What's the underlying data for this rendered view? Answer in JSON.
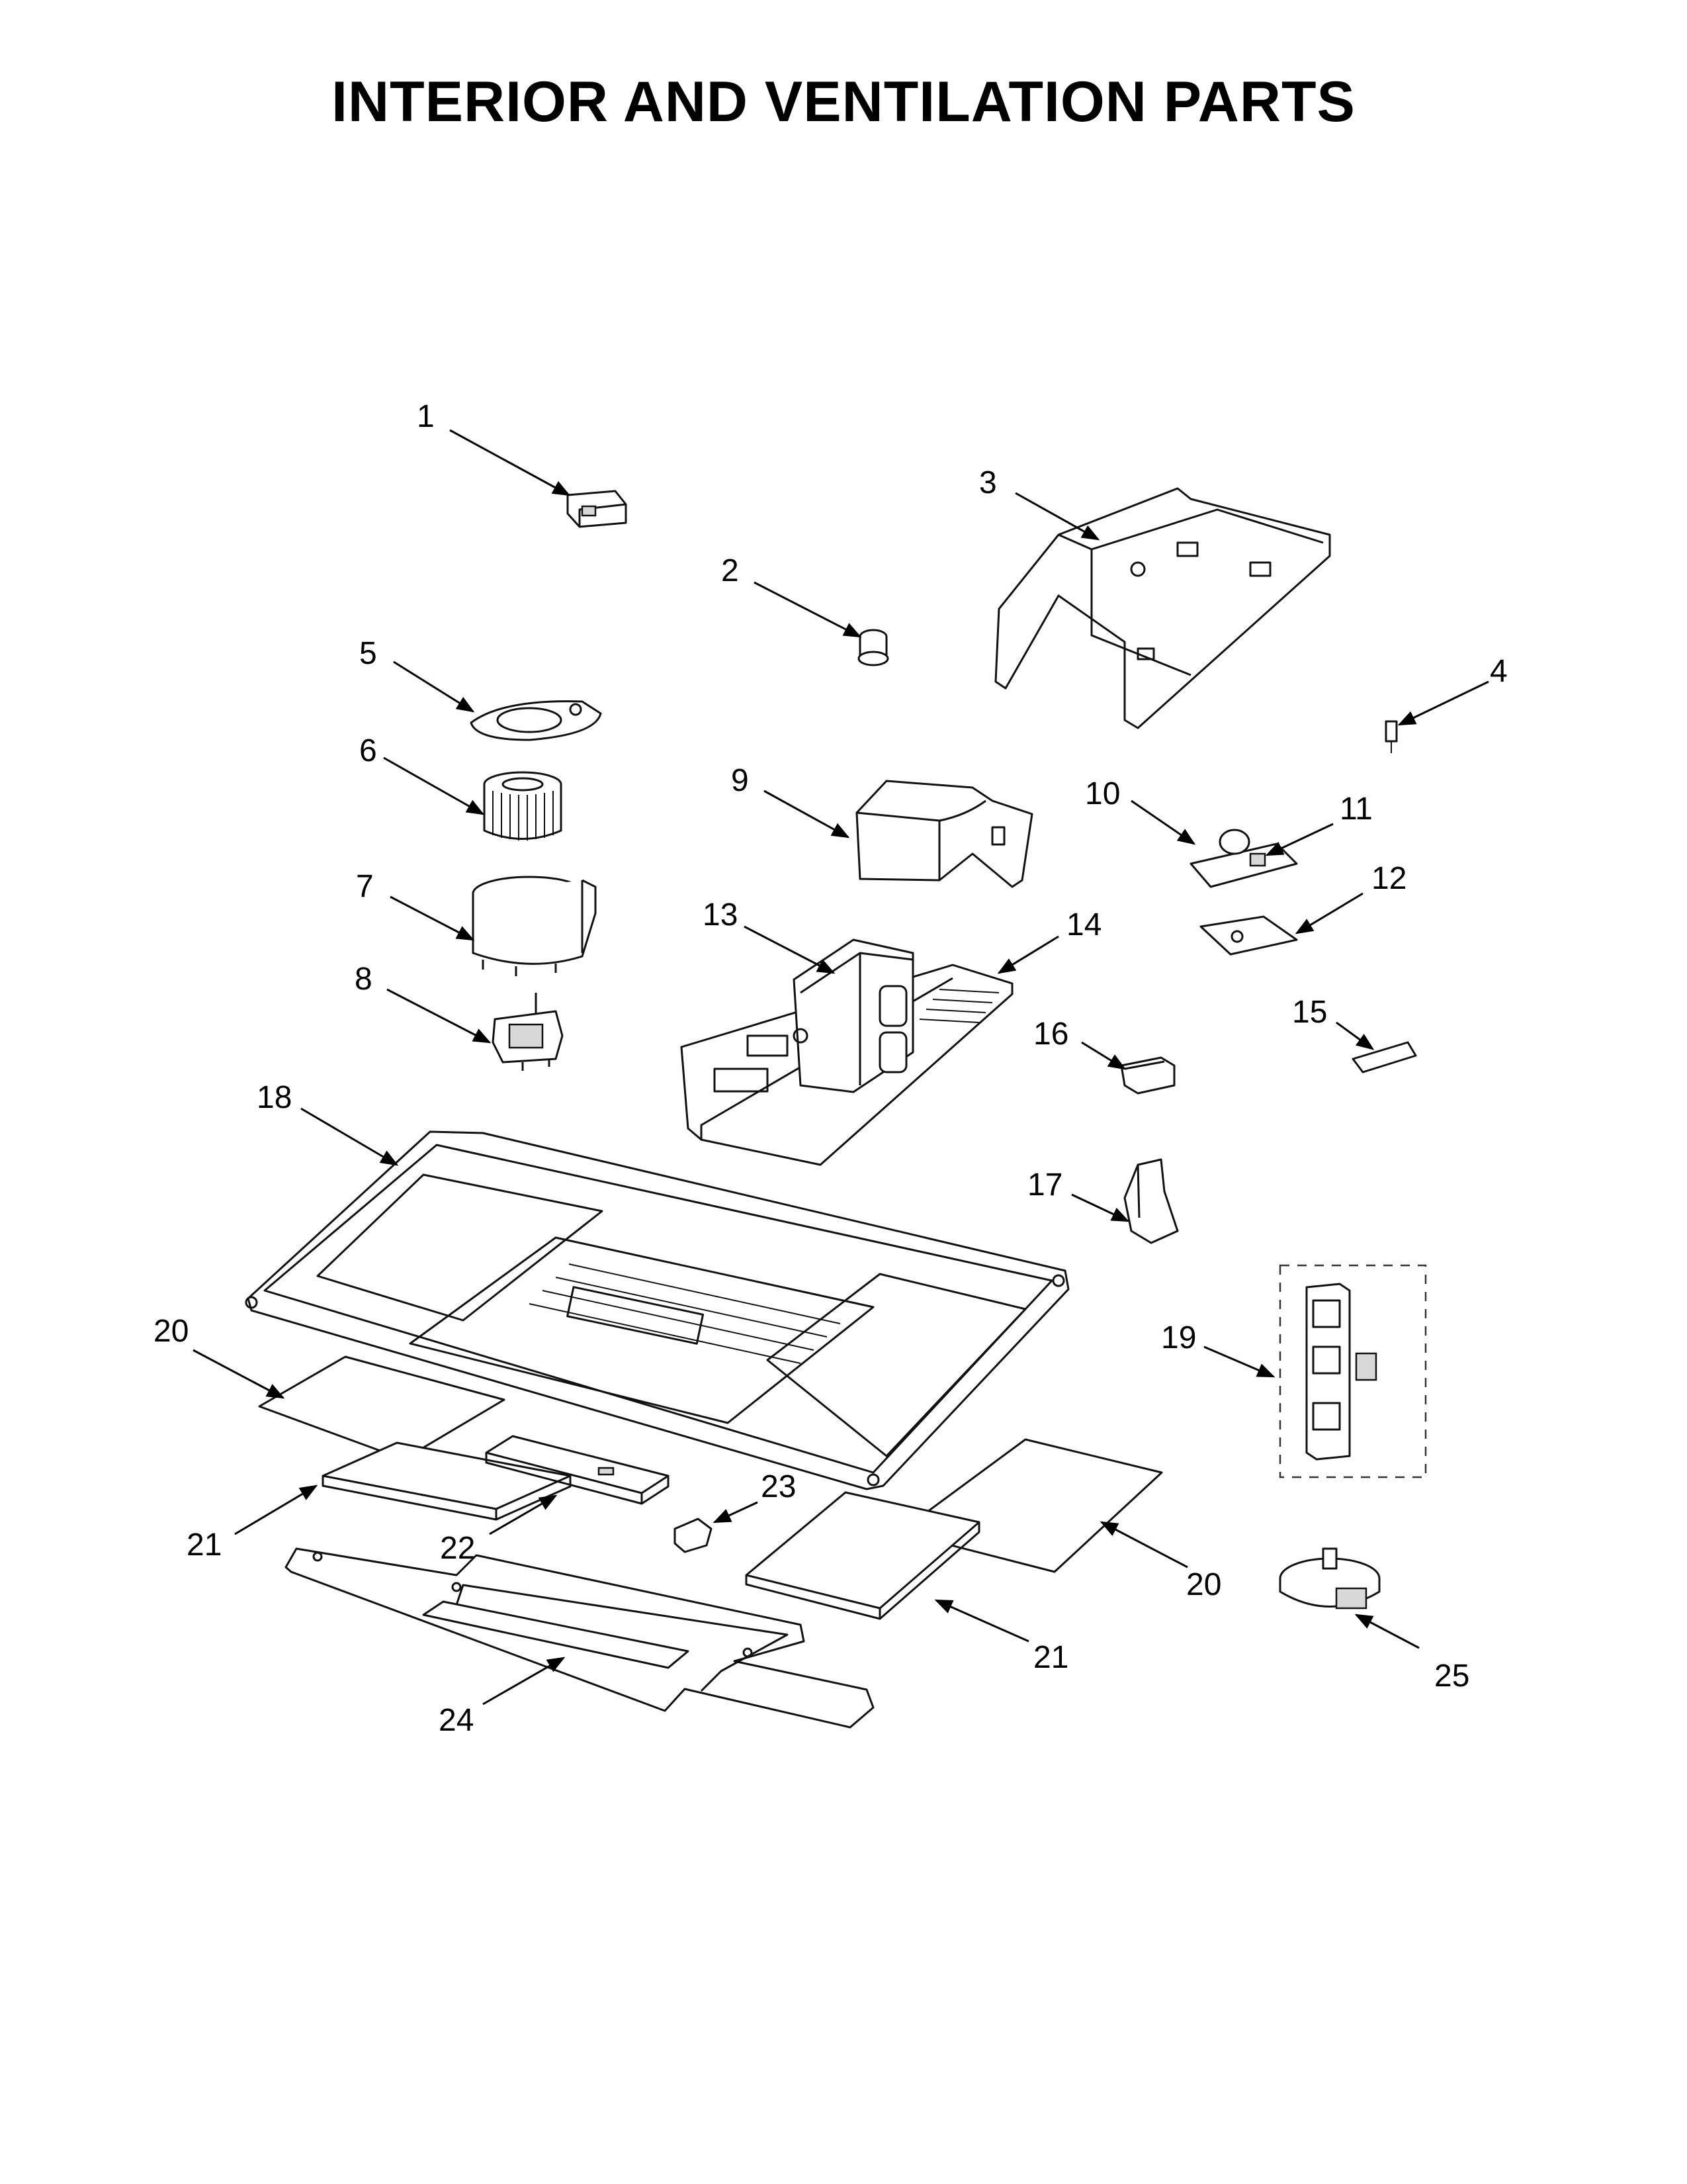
{
  "title": "INTERIOR AND VENTILATION PARTS",
  "callouts": [
    "1",
    "2",
    "3",
    "4",
    "5",
    "6",
    "7",
    "8",
    "9",
    "10",
    "11",
    "12",
    "13",
    "14",
    "15",
    "16",
    "17",
    "18",
    "19",
    "20",
    "20",
    "21",
    "21",
    "22",
    "23",
    "24",
    "25"
  ]
}
